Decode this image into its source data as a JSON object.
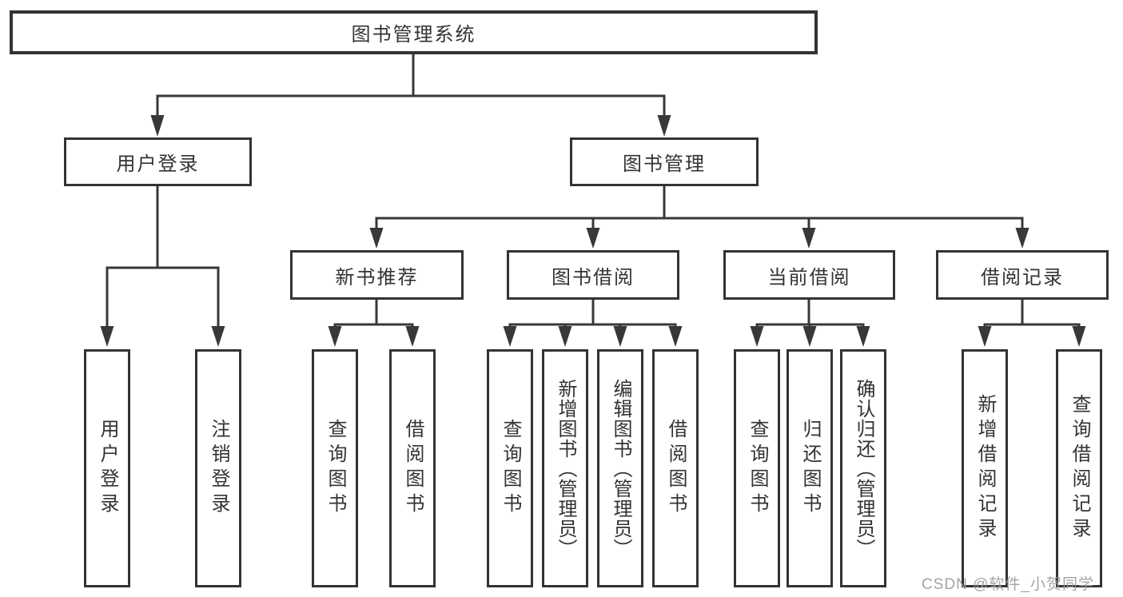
{
  "diagram": {
    "watermark": "CSDN @软件_小贺同学",
    "colors": {
      "background": "#ffffff",
      "line": "#383838",
      "box_border": "#333333",
      "text": "#333333",
      "watermark": "#9c9c9c"
    },
    "tree": {
      "label": "图书管理系统",
      "children": [
        {
          "label": "用户登录",
          "children": [
            {
              "label": "用户登录"
            },
            {
              "label": "注销登录"
            }
          ]
        },
        {
          "label": "图书管理",
          "children": [
            {
              "label": "新书推荐",
              "children": [
                {
                  "label": "查询图书"
                },
                {
                  "label": "借阅图书"
                }
              ]
            },
            {
              "label": "图书借阅",
              "children": [
                {
                  "label": "查询图书"
                },
                {
                  "label": "新增图书（管理员）"
                },
                {
                  "label": "编辑图书（管理员）"
                },
                {
                  "label": "借阅图书"
                }
              ]
            },
            {
              "label": "当前借阅",
              "children": [
                {
                  "label": "查询图书"
                },
                {
                  "label": "归还图书"
                },
                {
                  "label": "确认归还（管理员）"
                }
              ]
            },
            {
              "label": "借阅记录",
              "children": [
                {
                  "label": "新增借阅记录"
                },
                {
                  "label": "查询借阅记录"
                }
              ]
            }
          ]
        }
      ]
    }
  }
}
